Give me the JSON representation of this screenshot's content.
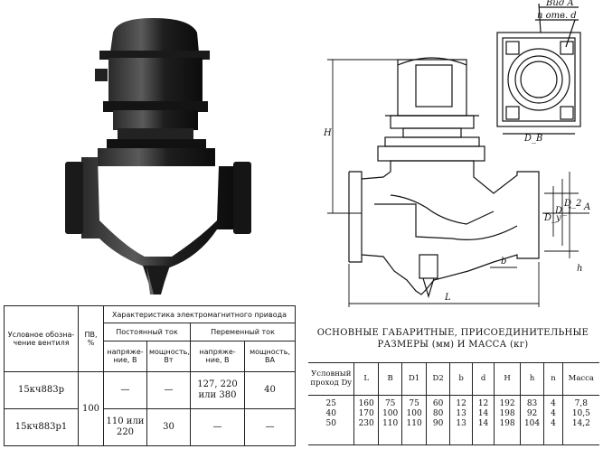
{
  "drawing": {
    "view_label": "Вид А",
    "holes_label": "n отв. d",
    "db_label": "D_B",
    "dim_h_upper": "H",
    "dim_h_lower": "h",
    "dim_l": "L",
    "dim_b": "b",
    "dim_dy": "D_y",
    "dim_d1": "D_1",
    "dim_d2": "D_2",
    "arrow_a": "A"
  },
  "spec_table": {
    "header_group": "Характеристика электромагнитного привода",
    "col_valve": "Условное обозна- чение вентиля",
    "col_pv": "ПВ, %",
    "dc_group": "Постоянный ток",
    "ac_group": "Переменный ток",
    "dc_voltage": "напряже- ние, В",
    "dc_power": "мощность, Вт",
    "ac_voltage": "напряже- ние, В",
    "ac_power": "мощность, ВА",
    "pv_value": "100",
    "rows": [
      {
        "valve": "15кч883р",
        "dc_v": "—",
        "dc_p": "—",
        "ac_v": "127, 220 или 380",
        "ac_p": "40"
      },
      {
        "valve": "15кч883р1",
        "dc_v": "110 или 220",
        "dc_p": "30",
        "ac_v": "—",
        "ac_p": "—"
      }
    ]
  },
  "dims": {
    "caption_line1": "ОСНОВНЫЕ ГАБАРИТНЫЕ, ПРИСОЕДИНИТЕЛЬНЫЕ",
    "caption_line2": "РАЗМЕРЫ (мм) И МАССА (кг)",
    "headers": [
      "Условный проход Dy",
      "L",
      "B",
      "D1",
      "D2",
      "b",
      "d",
      "H",
      "h",
      "n",
      "Масса"
    ],
    "columns": [
      "25\n40\n50",
      "160\n170\n230",
      "75\n100\n110",
      "75\n100\n110",
      "60\n80\n90",
      "12\n13\n13",
      "12\n14\n14",
      "192\n198\n198",
      "83\n92\n104",
      "4\n4\n4",
      "7,8\n10,5\n14,2"
    ]
  }
}
